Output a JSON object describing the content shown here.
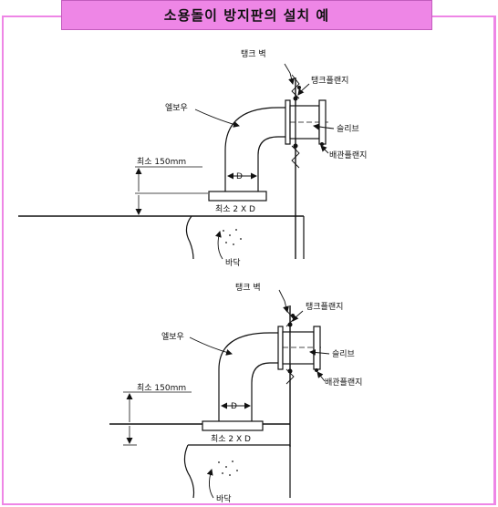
{
  "title": "소용돌이 방지판의 설치 예",
  "diagrams": [
    {
      "tank_wall": "탱크 벽",
      "tank_flange": "탱크플랜지",
      "elbow": "엘보우",
      "sleeve": "슬리브",
      "pipe_flange": "배관플랜지",
      "min_height": "최소 150mm",
      "diameter": "D",
      "min_plate": "최소 2 X D",
      "floor": "바닥"
    },
    {
      "tank_wall": "탱크 벽",
      "tank_flange": "탱크플랜지",
      "elbow": "엘보우",
      "sleeve": "슬리브",
      "pipe_flange": "배관플랜지",
      "min_height": "최소 150mm",
      "diameter": "D",
      "min_plate": "최소 2 X D",
      "floor": "바닥"
    }
  ],
  "colors": {
    "border": "#ee86e6",
    "line": "#111111"
  }
}
